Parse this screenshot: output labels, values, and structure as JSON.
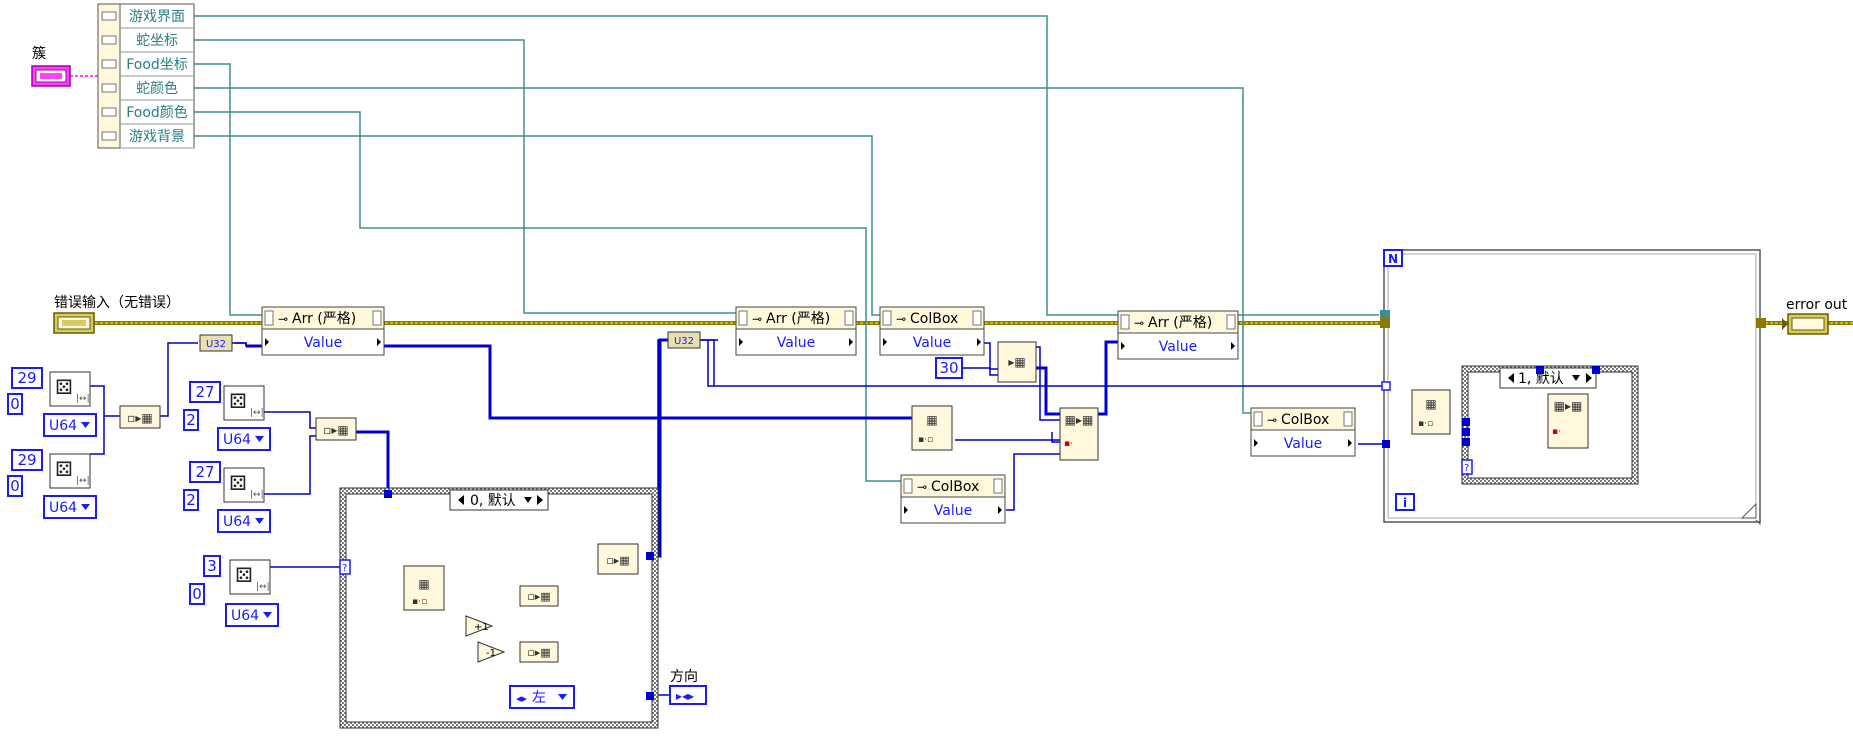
{
  "labels": {
    "cluster": "簇",
    "error_in": "错误输入（无错误）",
    "error_out": "error out",
    "direction": "方向"
  },
  "bundle_items": [
    "游戏界面",
    "蛇坐标",
    "Food坐标",
    "蛇颜色",
    "Food颜色",
    "游戏背景"
  ],
  "property_nodes": {
    "arr_strict": "Arr (严格)",
    "colbox": "ColBox",
    "value": "Value"
  },
  "constants": {
    "c29": "29",
    "c0": "0",
    "c27": "27",
    "c2": "2",
    "c3": "3",
    "c30": "30",
    "u64": "U64",
    "u32": "U32",
    "iter": "i",
    "count": "N",
    "zero": "0"
  },
  "case_selectors": {
    "case_outer": "0, 默认",
    "case_inner": "1, 默认"
  },
  "enum_left": "左",
  "colors": {
    "wire_teal": "#3f8f8f",
    "wire_blue": "#0000cc",
    "error_cluster": "#8a7a00",
    "cluster_pink": "#ff40ff",
    "node_fill": "#fff8dc",
    "control_blue": "#1a1aff"
  }
}
